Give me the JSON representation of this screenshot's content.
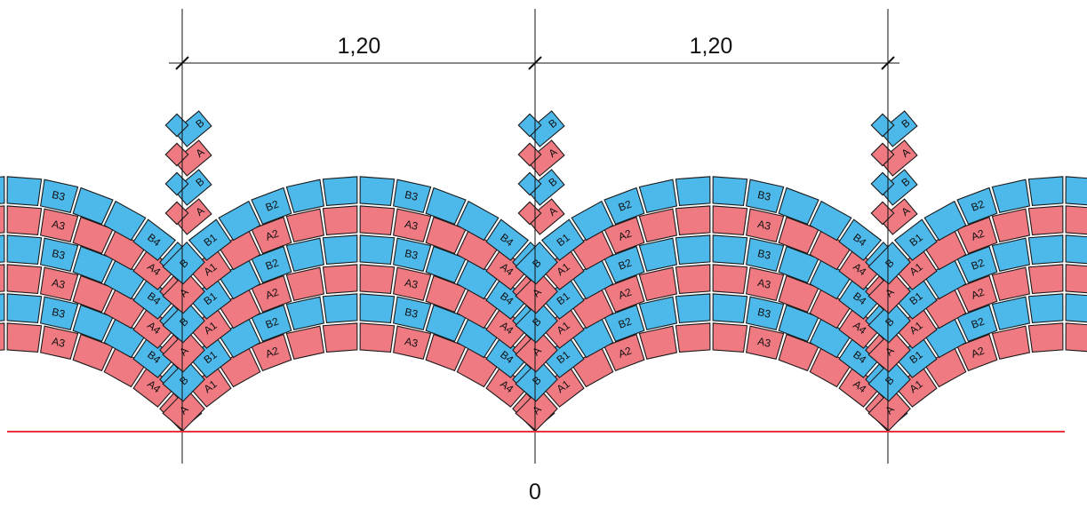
{
  "dimensions": {
    "left": "1,20",
    "right": "1,20"
  },
  "origin_label": "0",
  "colors": {
    "red_stone": "#f07a82",
    "blue_stone": "#4db8ea",
    "reference_line": "#e8343f",
    "outline": "#1a1a1a",
    "dimension_line": "#111111"
  },
  "stone_labels": {
    "A": "A",
    "A1": "A1",
    "A2": "A2",
    "A3": "A3",
    "A4": "A4",
    "B": "B",
    "B1": "B1",
    "B2": "B2",
    "B3": "B3",
    "B4": "B4"
  }
}
